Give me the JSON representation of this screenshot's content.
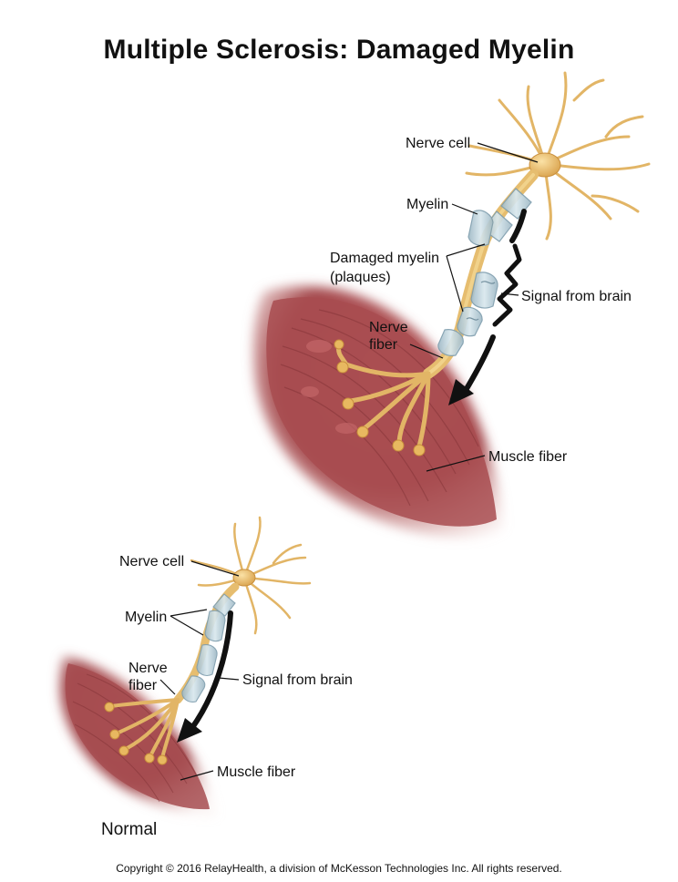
{
  "title": "Multiple Sclerosis: Damaged Myelin",
  "damaged_diagram": {
    "nerve_cell": "Nerve cell",
    "myelin": "Myelin",
    "damaged_myelin_line1": "Damaged myelin",
    "damaged_myelin_line2": "(plaques)",
    "signal": "Signal from brain",
    "nerve_fiber_line1": "Nerve",
    "nerve_fiber_line2": "fiber",
    "muscle_fiber": "Muscle fiber"
  },
  "normal_diagram": {
    "nerve_cell": "Nerve cell",
    "myelin": "Myelin",
    "nerve_fiber_line1": "Nerve",
    "nerve_fiber_line2": "fiber",
    "signal": "Signal from brain",
    "muscle_fiber": "Muscle fiber",
    "caption": "Normal"
  },
  "copyright": "Copyright © 2016 RelayHealth, a division of McKesson Technologies Inc. All rights reserved.",
  "colors": {
    "nerve": "#e8c47a",
    "nerve_dark": "#c9943a",
    "myelin": "#bcd3de",
    "muscle": "#a0474a",
    "arrow": "#111111"
  }
}
